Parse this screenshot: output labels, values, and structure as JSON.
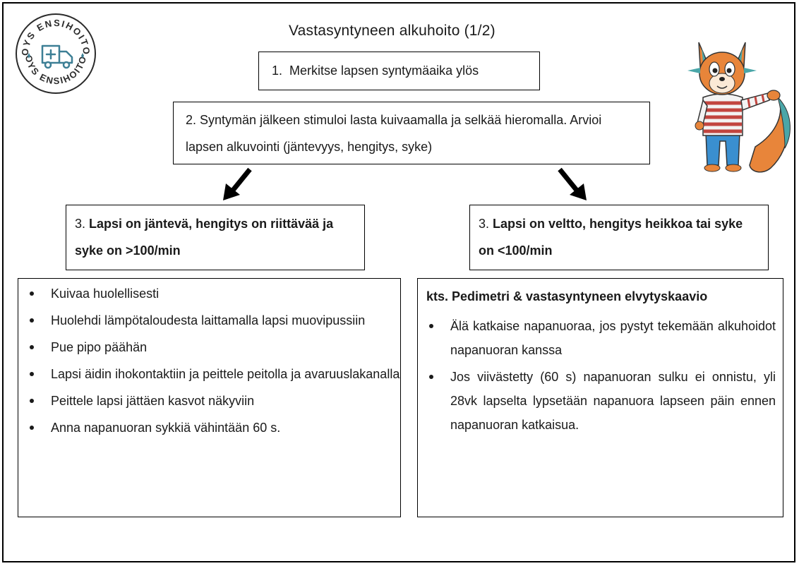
{
  "title": "Vastasyntyneen alkuhoito (1/2)",
  "logo": {
    "text_top": "OYS ENSIHOITO",
    "text_bottom": "OYS ENSIHOITO",
    "icon": "ambulance-icon",
    "color": "#3d7f95"
  },
  "mascot": {
    "icon": "fox-mascot"
  },
  "step1": {
    "number": "1.",
    "text": "Merkitse lapsen syntymäaika ylös"
  },
  "step2": {
    "number": "2.",
    "text": "Syntymän jälkeen stimuloi lasta kuivaamalla ja selkää hieromalla. Arvioi lapsen alkuvointi (jäntevyys, hengitys, syke)"
  },
  "step3_left": {
    "number": "3.",
    "text": "Lapsi on jäntevä, hengitys on riittävää ja syke on >100/min"
  },
  "step3_right": {
    "number": "3.",
    "text": "Lapsi on veltto, hengitys heikkoa tai syke on <100/min"
  },
  "left_list": [
    "Kuivaa huolellisesti",
    "Huolehdi lämpötaloudesta laittamalla lapsi muovipussiin",
    "Pue pipo päähän",
    "Lapsi äidin ihokontaktiin ja peittele peitolla ja avaruuslakanalla",
    "Peittele lapsi jättäen kasvot näkyviin",
    "Anna napanuoran sykkiä vähintään 60 s."
  ],
  "right_box": {
    "heading": "kts. Pedimetri & vastasyntyneen elvytyskaavio",
    "items": [
      "Älä katkaise napanuoraa, jos pystyt tekemään alkuhoidot napanuoran kanssa",
      "Jos viivästetty (60 s) napanuoran sulku ei onnistu, yli 28vk lapselta lypsetään napanuora lapseen päin ennen napanuoran katkaisua."
    ]
  }
}
